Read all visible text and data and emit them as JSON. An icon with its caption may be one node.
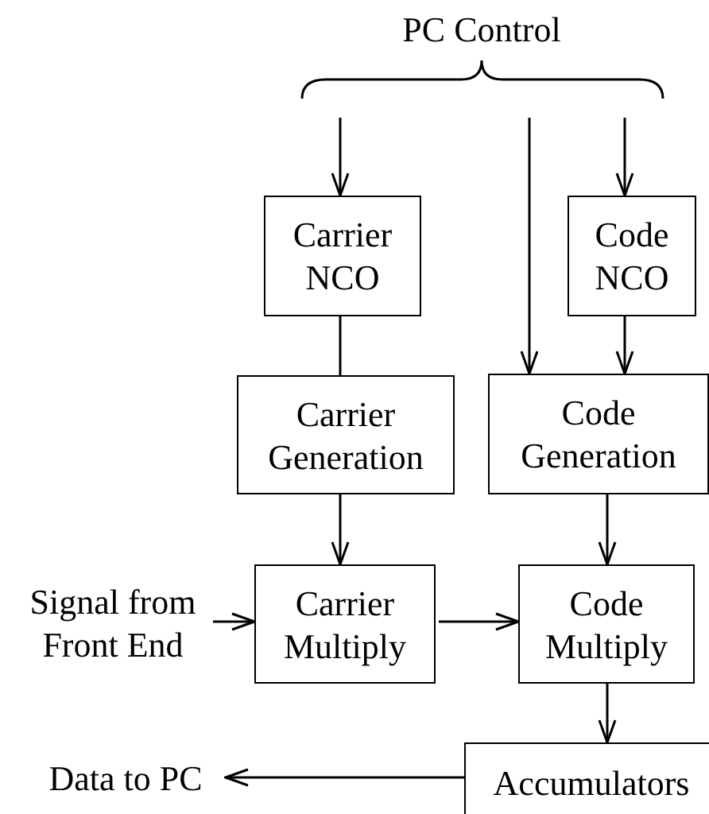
{
  "diagram": {
    "nodes": [
      {
        "text": [
          "Carrier NCO"
        ]
      },
      {
        "text": [
          "Code NCO"
        ]
      },
      {
        "text": [
          "Carrier Generation"
        ]
      },
      {
        "text": [
          "Code Generation"
        ]
      },
      {
        "text": [
          "Signal from Front End"
        ]
      },
      {
        "text": [
          "Carrier Multiply"
        ]
      },
      {
        "text": [
          "Code Multiply"
        ]
      },
      {
        "text": [
          "Data to PC"
        ]
      },
      {
        "text": [
          "Accumulators"
        ]
      }
    ],
    "edges": [
      {
        "from": null,
        "to": 0,
        "arrow": "to"
      },
      {
        "from": null,
        "to": 3,
        "arrow": "to"
      },
      {
        "from": null,
        "to": 1,
        "arrow": "to"
      },
      {
        "from": 0,
        "to": 2,
        "arrow": "none"
      },
      {
        "from": 1,
        "to": 3,
        "arrow": "to"
      },
      {
        "from": 2,
        "to": 5,
        "arrow": "to"
      },
      {
        "from": 3,
        "to": 6,
        "arrow": "to"
      },
      {
        "from": 4,
        "to": 5,
        "arrow": "to"
      },
      {
        "from": 5,
        "to": 6,
        "arrow": "to"
      },
      {
        "from": 6,
        "to": 8,
        "arrow": "to"
      },
      {
        "from": 8,
        "to": 7,
        "arrow": "to"
      }
    ],
    "labels": [
      "PC Control"
    ]
  }
}
